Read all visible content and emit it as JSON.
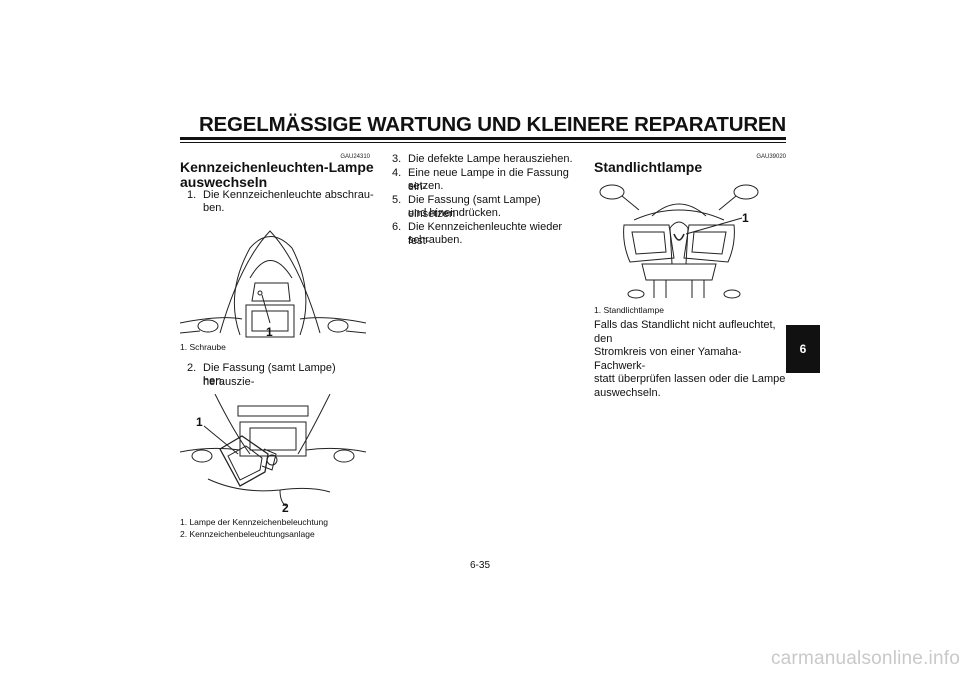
{
  "header": {
    "title": "REGELMÄSSIGE WARTUNG UND KLEINERE REPARATUREN"
  },
  "left": {
    "code": "GAU24310",
    "title_line1": "Kennzeichenleuchten-Lampe",
    "title_line2": "auswechseln",
    "step1": {
      "num": "1.",
      "line1": "Die Kennzeichenleuchte abschrau-",
      "line2": "ben."
    },
    "fig1": {
      "callout": "1",
      "caption": "1. Schraube"
    },
    "step2": {
      "num": "2.",
      "line1": "Die Fassung (samt Lampe) herauszie-",
      "line2": "hen."
    },
    "fig2": {
      "callout1": "1",
      "callout2": "2",
      "caption1": "1. Lampe der Kennzeichenbeleuchtung",
      "caption2": "2. Kennzeichenbeleuchtungsanlage"
    }
  },
  "middle": {
    "step3": {
      "num": "3.",
      "line1": "Die defekte Lampe herausziehen."
    },
    "step4": {
      "num": "4.",
      "line1": "Eine neue Lampe in die Fassung ein-",
      "line2": "setzen."
    },
    "step5": {
      "num": "5.",
      "line1": "Die Fassung (samt Lampe) einsetzen",
      "line2": "und hineindrücken."
    },
    "step6": {
      "num": "6.",
      "line1": "Die Kennzeichenleuchte wieder fest-",
      "line2": "schrauben."
    }
  },
  "right": {
    "code": "GAU39020",
    "title": "Standlichtlampe",
    "fig": {
      "callout": "1",
      "caption": "1. Standlichtlampe"
    },
    "para": [
      "Falls das Standlicht nicht aufleuchtet, den",
      "Stromkreis von einer Yamaha-Fachwerk-",
      "statt überprüfen lassen oder die Lampe",
      "auswechseln."
    ]
  },
  "tab": {
    "label": "6"
  },
  "footer": {
    "page": "6-35",
    "watermark": "carmanualsonline.info"
  }
}
